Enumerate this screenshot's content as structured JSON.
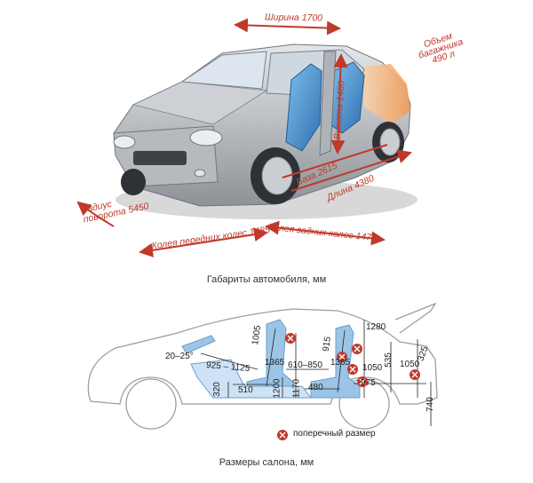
{
  "colors": {
    "accent_red": "#c0392b",
    "seat_blue": "#4a8fd0",
    "body_gray": "#bfc3c7",
    "cargo_orange": "#f4b47a",
    "seat_frame": "#9cc4e6"
  },
  "exterior": {
    "width_label": "Ширина 1700",
    "trunk_label_1": "Объем",
    "trunk_label_2": "багажника",
    "trunk_label_3": "490 л",
    "height_label": "Высота 1480",
    "base_label": "База 2615",
    "length_label": "Длина 4380",
    "radius_label_1": "Радиус",
    "radius_label_2": "поворота 5450",
    "rear_track_label": "Колея задних колес 1475",
    "front_track_label": "Колея передних колес 1485",
    "caption": "Габариты автомобиля, мм"
  },
  "interior": {
    "dims": {
      "angle": "20–25°",
      "d1005": "1005",
      "d915": "915",
      "d1280": "1280",
      "d535": "535",
      "d925_1125": "925 – 1125",
      "d1365a": "1365",
      "d610_850": "610–850",
      "d1365b": "1365",
      "d1050a": "1050",
      "d1050b": "1050",
      "d325": "325",
      "d320": "320",
      "d510": "510",
      "d1200": "1200",
      "d1170": "1170",
      "d480": "480",
      "d975": "975",
      "d740": "740"
    },
    "legend_label": "поперечный размер",
    "caption": "Размеры салона, мм"
  }
}
